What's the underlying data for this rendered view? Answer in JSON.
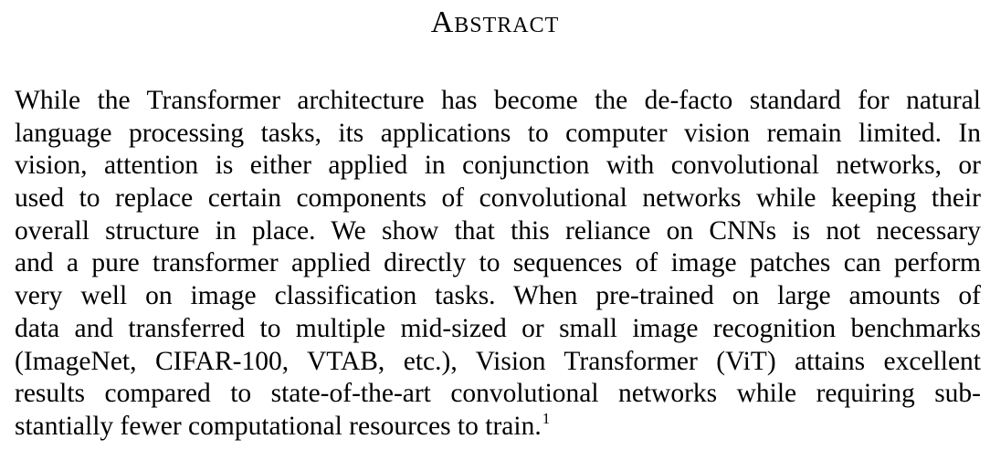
{
  "section": {
    "heading": "Abstract"
  },
  "abstract": {
    "lines": [
      "While the Transformer architecture has become the de-facto standard for natural",
      "language processing tasks, its applications to computer vision remain limited.  In",
      "vision, attention is either applied in conjunction with convolutional networks, or",
      "used to replace certain components of convolutional networks while keeping their",
      "overall structure in place.  We show that this reliance on CNNs is not necessary",
      "and a pure transformer applied directly to sequences of image patches can perform",
      "very well on image classification tasks.  When pre-trained on large amounts of",
      "data and transferred to multiple mid-sized or small image recognition benchmarks",
      "(ImageNet, CIFAR-100, VTAB, etc.), Vision Transformer (ViT) attains excellent",
      "results compared to state-of-the-art convolutional networks while requiring sub-",
      "stantially fewer computational resources to train."
    ],
    "footnote_mark": "1"
  }
}
